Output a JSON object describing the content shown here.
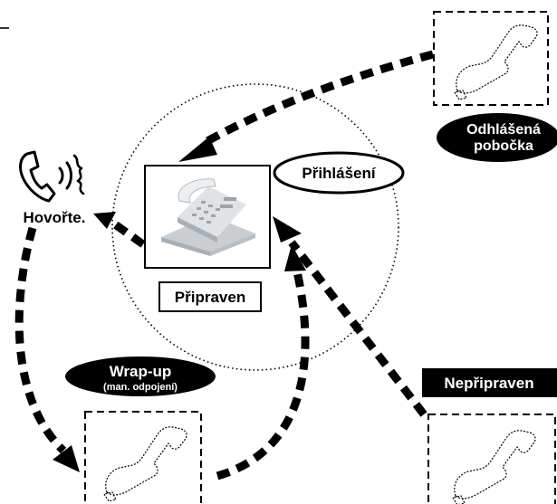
{
  "labels": {
    "logged_in": "Přihlášení",
    "logged_out_ext_line1": "Odhlášená",
    "logged_out_ext_line2": "pobočka",
    "talk": "Hovořte.",
    "ready": "Připraven",
    "not_ready": "Nepřipraven",
    "wrapup_line1": "Wrap-up",
    "wrapup_line2": "(man. odpojení)"
  },
  "colors": {
    "ink": "#000000",
    "paper": "#ffffff",
    "phone_body": "#d9dde0",
    "phone_shade": "#a9b0b5"
  },
  "icons": {
    "desk_phone": "desk-phone-icon",
    "handset": "handset-icon",
    "talking_handset": "talking-handset-icon"
  }
}
